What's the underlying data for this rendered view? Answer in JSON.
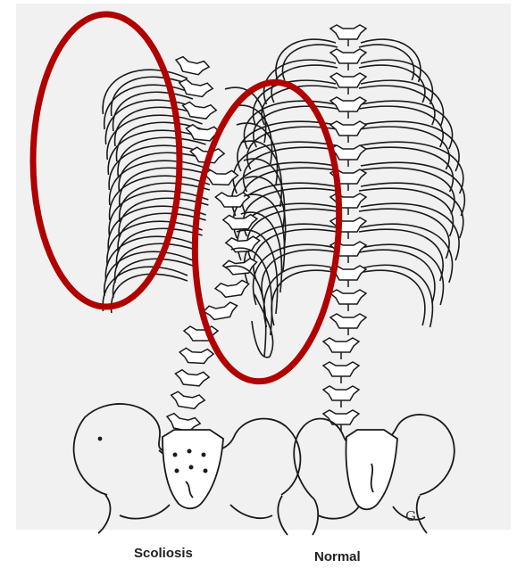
{
  "labels": {
    "scoliosis": "Scoliosis",
    "normal": "Normal",
    "artist_mark": "G"
  },
  "colors": {
    "ink": "#1a1a1a",
    "highlight": "#b00000",
    "paper": "#f1f1f1"
  },
  "figures": [
    {
      "name": "scoliosis-skeleton",
      "caption": "Scoliosis",
      "vertebrae_count": 17,
      "rib_pairs": 12,
      "curved": true
    },
    {
      "name": "normal-skeleton",
      "caption": "Normal",
      "vertebrae_count": 17,
      "rib_pairs": 12,
      "curved": false
    }
  ],
  "highlights": [
    {
      "name": "rib-hump-left-ellipse",
      "target": "rib hump"
    },
    {
      "name": "rib-cage-right-ellipse",
      "target": "compressed rib cage"
    }
  ]
}
